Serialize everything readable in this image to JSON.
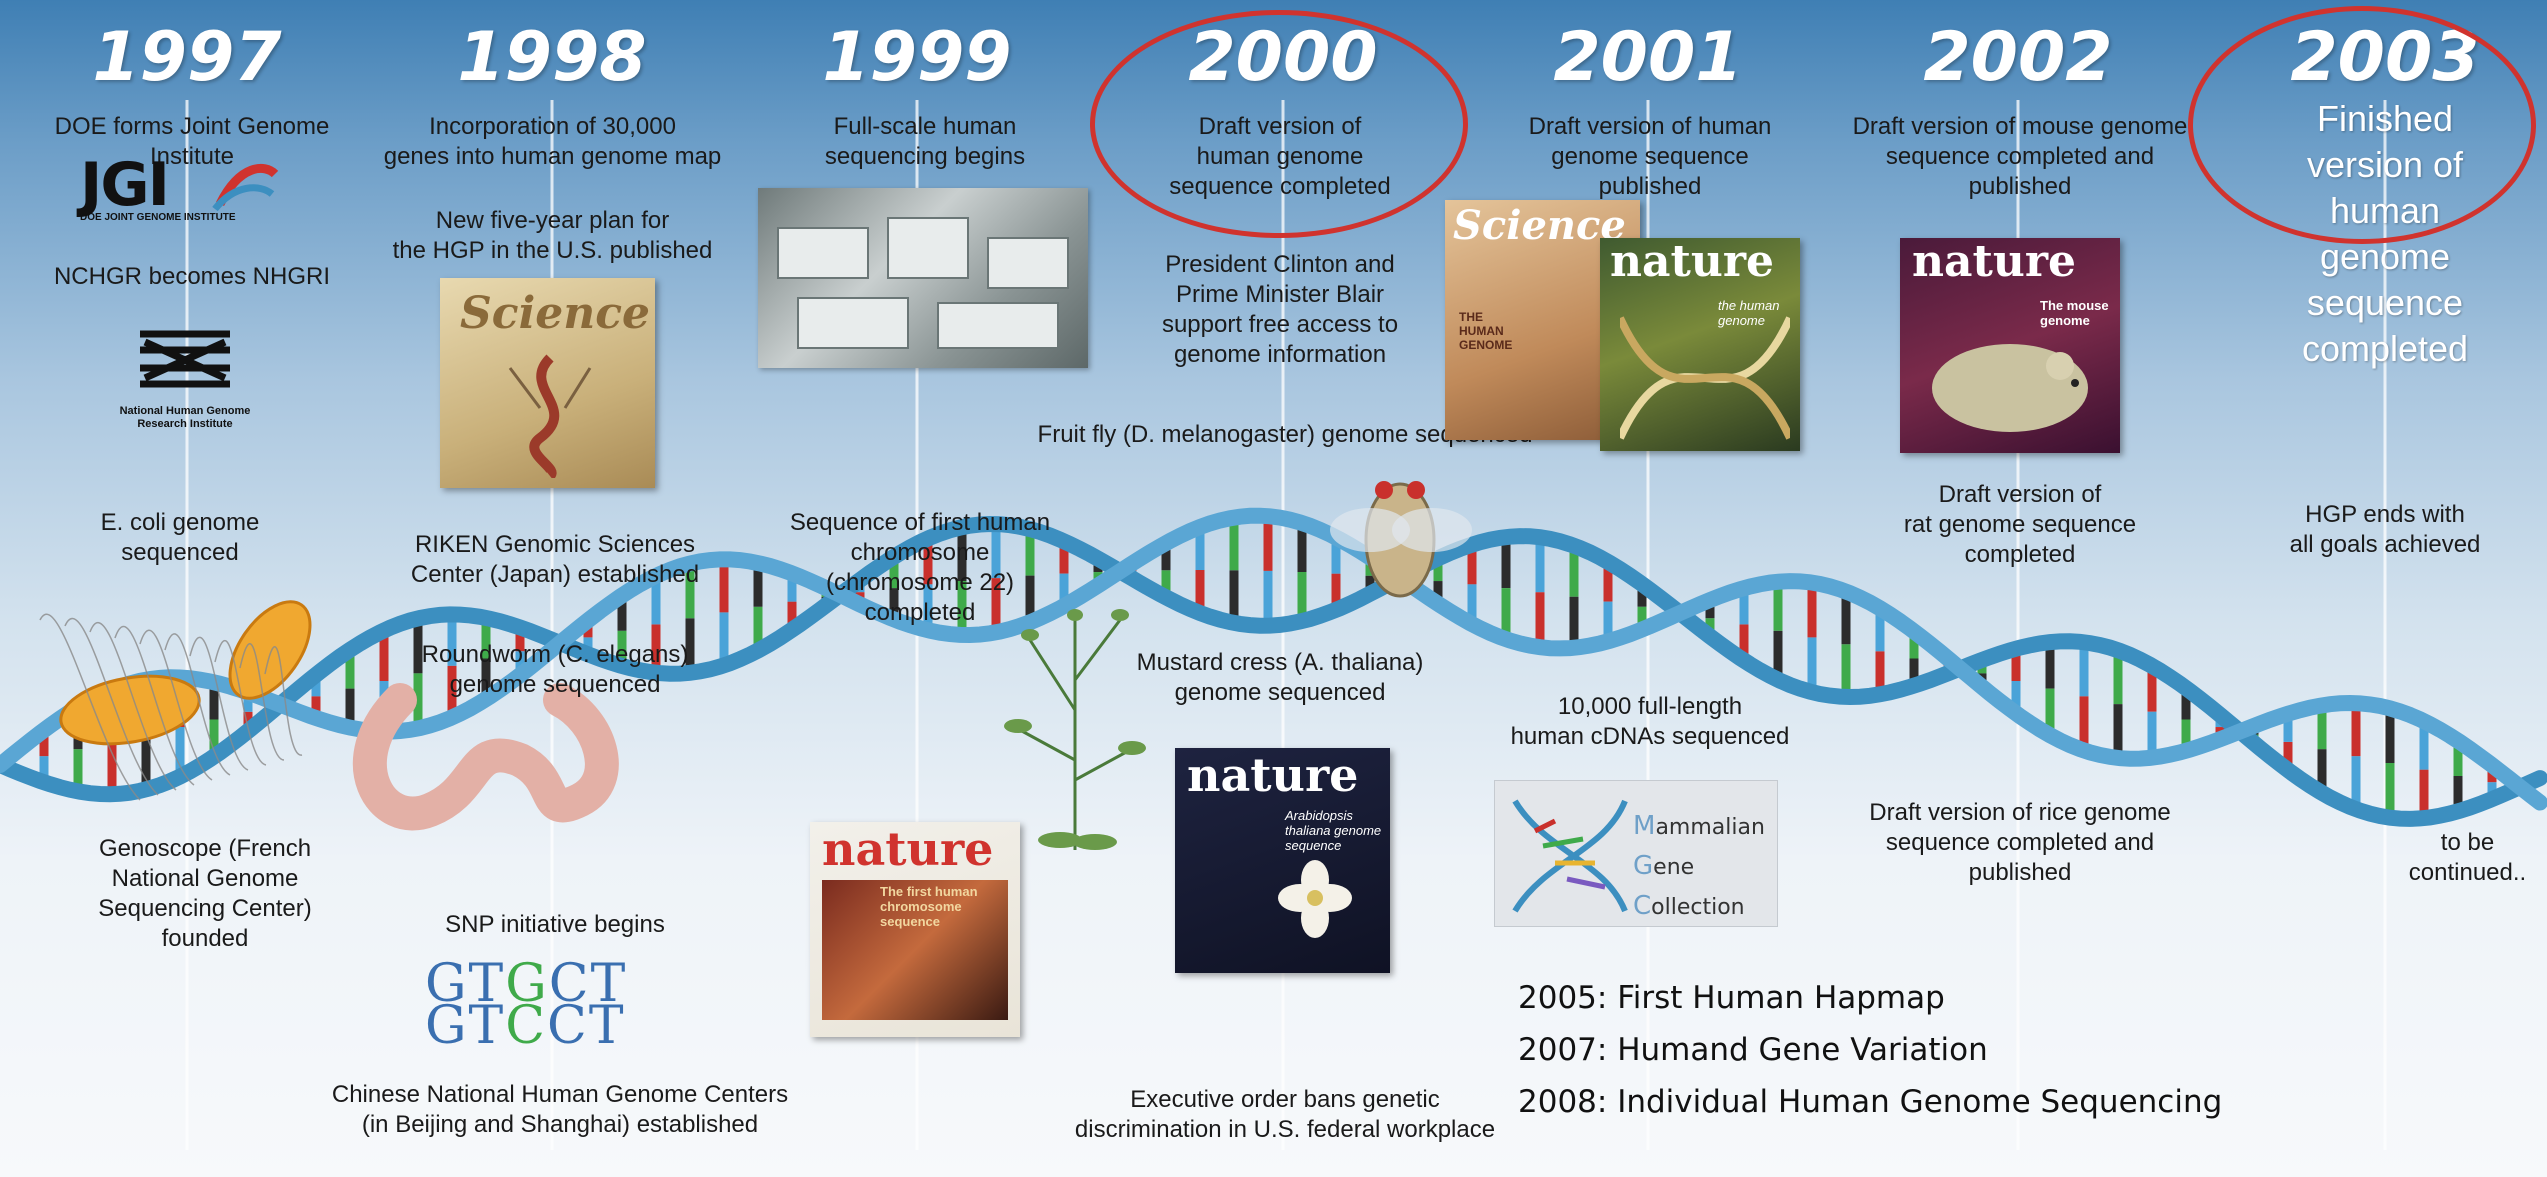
{
  "years": [
    "1997",
    "1998",
    "1999",
    "2000",
    "2001",
    "2002",
    "2003"
  ],
  "events": {
    "jgi_institute": "DOE forms Joint Genome Institute",
    "jgi_logo_text": "JGI",
    "jgi_logo_sub": "DOE JOINT GENOME INSTITUTE",
    "nchgr": "NCHGR becomes NHGRI",
    "nhgri_logo_text": "National Human Genome\nResearch Institute",
    "ecoli": "E. coli genome\nsequenced",
    "genoscope": "Genoscope (French\nNational Genome\nSequencing Center) founded",
    "genes_30000": "Incorporation of 30,000\ngenes into human genome map",
    "five_year_plan": "New five-year plan for\nthe HGP in the U.S. published",
    "riken": "RIKEN Genomic Sciences\nCenter (Japan) established",
    "roundworm": "Roundworm (C. elegans)\ngenome sequenced",
    "snp": "SNP initiative begins",
    "snp_seq1": [
      "G",
      "T",
      "G",
      "C",
      "T"
    ],
    "snp_seq2": [
      "G",
      "T",
      "C",
      "C",
      "T"
    ],
    "chinese_centers": "Chinese National Human Genome Centers\n(in Beijing and Shanghai) established",
    "full_scale": "Full-scale human\nsequencing begins",
    "chr22": "Sequence of first human\nchromosome\n(chromosome 22)\ncompleted",
    "draft_2000": "Draft version of\nhuman genome\nsequence completed",
    "clinton_blair": "President Clinton and\nPrime Minister Blair\nsupport free access to\ngenome information",
    "fruit_fly": "Fruit fly (D. melanogaster) genome sequenced",
    "mustard": "Mustard cress (A. thaliana)\ngenome sequenced",
    "exec_order": "Executive order bans genetic\ndiscrimination in U.S. federal workplace",
    "draft_2001": "Draft version of human\ngenome sequence published",
    "cdna": "10,000 full-length\nhuman cDNAs sequenced",
    "mgc_lines": [
      "ammalian",
      "ene",
      "ollection"
    ],
    "mgc_initials": [
      "M",
      "G",
      "C"
    ],
    "mouse": "Draft version of mouse genome\nsequence completed and published",
    "rat": "Draft version of\nrat genome sequence completed",
    "rice": "Draft version of rice genome\nsequence completed and published",
    "finished_2003": "Finished\nversion of\nhuman\ngenome\nsequence\ncompleted",
    "hgp_ends": "HGP ends with\nall goals achieved",
    "continued": "to be\ncontinued.."
  },
  "covers": {
    "science_1998": "Science",
    "nature_1999": "nature",
    "nature_1999_sub": "The first human chromosome sequence",
    "nature_2000": "nature",
    "nature_2000_sub": "Arabidopsis thaliana genome sequence",
    "science_2001": "Science",
    "science_2001_sub": "THE HUMAN GENOME",
    "nature_2001": "nature",
    "nature_2001_sub": "the human genome",
    "nature_2002": "nature",
    "nature_2002_sub": "The mouse genome"
  },
  "later_milestones": [
    "2005: First Human Hapmap",
    "2007: Humand Gene Variation",
    "2008: Individual Human Genome Sequencing"
  ],
  "colors": {
    "highlight_circle": "#d0332e",
    "helix_strand": "#3c8fc0",
    "rung_colors": [
      "#2c2c2c",
      "#4aa3d8",
      "#3faa4a",
      "#c9302c"
    ],
    "snp_colors": {
      "G": "#3a6fb0",
      "T": "#3a6fb0",
      "C": "#3a6fb0",
      "changed": "#3faa4a"
    }
  }
}
